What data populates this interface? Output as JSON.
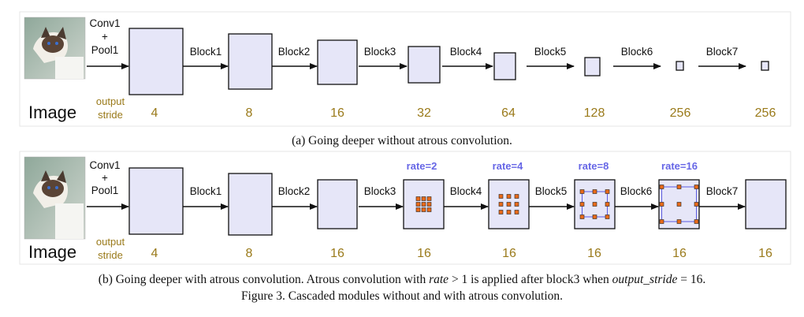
{
  "panel_a": {
    "image_label": "Image",
    "first_op": [
      "Conv1",
      "+",
      "Pool1"
    ],
    "output_stride_label": [
      "output",
      "stride"
    ],
    "blocks": [
      "Block1",
      "Block2",
      "Block3",
      "Block4",
      "Block5",
      "Block6",
      "Block7"
    ],
    "strides": [
      "4",
      "8",
      "16",
      "32",
      "64",
      "128",
      "256",
      "256"
    ],
    "caption": "(a) Going deeper without atrous convolution."
  },
  "panel_b": {
    "image_label": "Image",
    "first_op": [
      "Conv1",
      "+",
      "Pool1"
    ],
    "output_stride_label": [
      "output",
      "stride"
    ],
    "blocks": [
      "Block1",
      "Block2",
      "Block3",
      "Block4",
      "Block5",
      "Block6",
      "Block7"
    ],
    "strides": [
      "4",
      "8",
      "16",
      "16",
      "16",
      "16",
      "16",
      "16"
    ],
    "rates": [
      "rate=2",
      "rate=4",
      "rate=8",
      "rate=16"
    ],
    "caption_prefix": "(b) Going deeper with atrous convolution. Atrous convolution with ",
    "caption_math1": "rate",
    "caption_mid": " > 1 is applied after block3 when ",
    "caption_math2": "output_stride",
    "caption_suffix": " = 16."
  },
  "figure_caption": "Figure 3. Cascaded modules without and with atrous convolution.",
  "colors": {
    "block_fill": "#e6e6f8",
    "stride_text": "#9a7a1a",
    "rate_text": "#6666e6",
    "atrous_dot": "#e86a1a",
    "atrous_square": "#5b5be0"
  }
}
